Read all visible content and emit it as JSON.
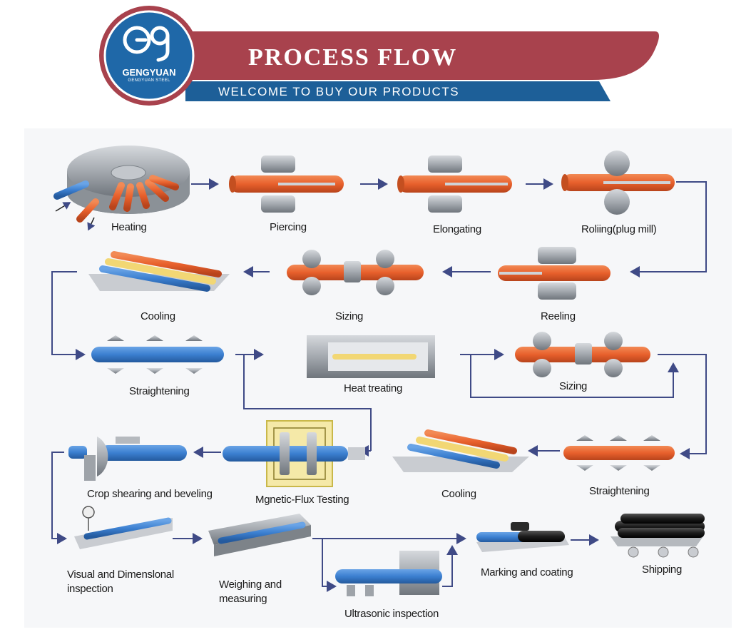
{
  "header": {
    "brand_name": "GENGYUAN",
    "brand_sub": "GENGYUAN STEEL",
    "title": "PROCESS FLOW",
    "subtitle": "WELCOME TO BUY OUR PRODUCTS",
    "colors": {
      "banner_red": "#a8424d",
      "banner_blue": "#1d5f98",
      "logo_blue": "#1f68a8"
    }
  },
  "steps": {
    "heating": "Heating",
    "piercing": "Piercing",
    "elongating": "Elongating",
    "rolling": "Roliing(plug mill)",
    "cooling_1": "Cooling",
    "sizing_1": "Sizing",
    "reeling": "Reeling",
    "straightening_1": "Straightening",
    "heat_treating": "Heat treating",
    "sizing_2": "Sizing",
    "crop_shearing": "Crop shearing and beveling",
    "magnetic_flux": "Mgnetic-Flux Testing",
    "cooling_2": "Cooling",
    "straightening_2": "Straightening",
    "visual_inspection": "Visual and Dimenslonal inspection",
    "weighing": "Weighing and measuring",
    "ultrasonic": "Ultrasonic inspection",
    "marking": "Marking and coating",
    "shipping": "Shipping"
  },
  "colors": {
    "pipe_orange": "#e8602c",
    "pipe_blue": "#3b7fd0",
    "pipe_yellow": "#f2d774",
    "roller_gray": "#9ea3a9",
    "arrow": "#3f4a86"
  }
}
